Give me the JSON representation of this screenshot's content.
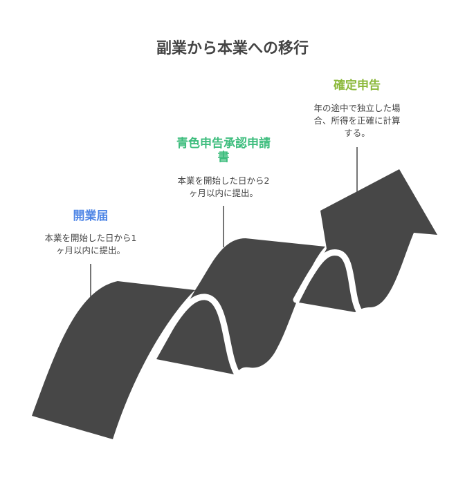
{
  "title": "副業から本業への移行",
  "steps": [
    {
      "title": "開業届",
      "desc_lines": [
        "本業を開始した日から1",
        "ヶ月以内に提出。"
      ],
      "color": "#4f86e6"
    },
    {
      "title_lines": [
        "青色申告承認申請",
        "書"
      ],
      "desc_lines": [
        "本業を開始した日から2",
        "ヶ月以内に提出。"
      ],
      "color": "#3dbd7d"
    },
    {
      "title": "確定申告",
      "desc_lines": [
        "年の途中で独立した場",
        "合、所得を正確に計算",
        "する。"
      ],
      "color": "#8bb83a"
    }
  ],
  "colors": {
    "arrow": "#474747",
    "connector": "#474747"
  }
}
